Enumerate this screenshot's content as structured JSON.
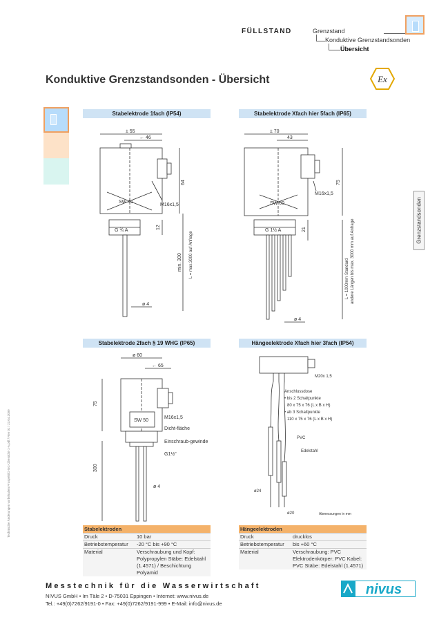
{
  "header": {
    "brand": "FÜLLSTAND",
    "breadcrumb": [
      "Grenzstand",
      "Konduktive Grenzstandsonden",
      "Übersicht"
    ]
  },
  "title": "Konduktive Grenzstandsonden - Übersicht",
  "side_tab": "Grenzstandsonden",
  "left_note": "Technische Änderungen vorbehalten  Prospekt/D-NG-Übersicht-1-A.pdf / Rev 01 / 23.04.2009",
  "ex_symbol": "Ex",
  "panels": [
    {
      "title": "Stabelektrode 1fach (IP54)",
      "labels": [
        "± 55",
        "← 46",
        "SW 41",
        "M16x1,5",
        "G ¾ A",
        "64",
        "12",
        "min. 300",
        "L = max.3000 auf Anfrage",
        "ø 4"
      ]
    },
    {
      "title": "Stabelektrode Xfach hier 5fach (IP65)",
      "labels": [
        "± 70",
        "43",
        "M16x1,5",
        "SW 60",
        "G 1½ A",
        "75",
        "L = 1000mm Standard",
        "andere Längen bis max. 3000 mm auf Anfrage",
        "21",
        "ø 4"
      ]
    },
    {
      "title": "Stabelektrode 2fach § 19 WHG (IP65)",
      "labels": [
        "ø 60",
        "← 65",
        "75",
        "M16x1,5",
        "SW 50",
        "Dicht-fläche",
        "Einschraub-gewinde",
        "G1½\"",
        "300",
        "ø 4"
      ]
    },
    {
      "title": "Hängeelektrode Xfach hier 3fach (IP54)",
      "labels": [
        "M20x 1,5",
        "Anschlussdose",
        "• bis 2 Schaltpunkte",
        "80 x 75 x 76 (L x B x H)",
        "• ab 3 Schaltpunkte",
        "110 x 75 x 76 (L x B x H)",
        "PVC",
        "Edelstahl",
        "ø24",
        "ø20",
        "Abmessungen in mm"
      ]
    }
  ],
  "specs": [
    {
      "title": "Stabelektroden",
      "rows": [
        {
          "key": "Druck",
          "value": "10 bar"
        },
        {
          "key": "Betriebstemperatur",
          "value": "-20 °C bis +90 °C"
        },
        {
          "key": "Material",
          "value": "Verschraubung und Kopf: Polypropylen Stäbe: Edelstahl (1.4571) / Beschichtung Polyamid"
        }
      ]
    },
    {
      "title": "Hängeelektroden",
      "rows": [
        {
          "key": "Druck",
          "value": "drucklos"
        },
        {
          "key": "Betriebstemperatur",
          "value": "bis +60 °C"
        },
        {
          "key": "Material",
          "value": "Verschraubung: PVC Elektrodenkörper: PVC Kabel: PVC Stäbe: Edelstahl (1.4571)"
        }
      ]
    }
  ],
  "footer": {
    "slogan": "Messtechnik für die Wasserwirtschaft",
    "address": "NIVUS GmbH • Im Täle 2 • D-75031 Eppingen • Internet: www.nivus.de",
    "contact": "Tel.: +49(0)7262/9191-0 • Fax: +49(0)7262/9191-999 • E-Mail: info@nivus.de",
    "logo_text": "nivus"
  },
  "colors": {
    "panel_header": "#cfe3f4",
    "spec_header": "#f4b26a",
    "logo": "#18a8c8",
    "ex_symbol": "#e3a800"
  }
}
